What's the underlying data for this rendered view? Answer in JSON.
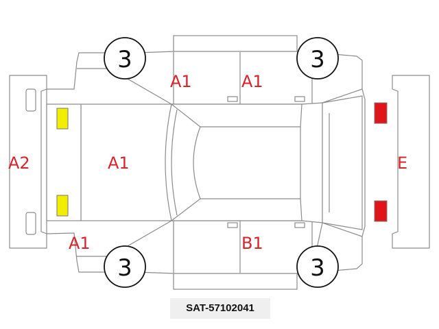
{
  "diagram": {
    "labels": {
      "front_left_door": "A1",
      "rear_left_door": "A1",
      "hood": "A1",
      "front_bumper": "A2",
      "front_left_fender": "A1",
      "rear_right_door": "B1",
      "rear_bumper": "E"
    },
    "tires": {
      "front_left": "3",
      "rear_left": "3",
      "front_right": "3",
      "rear_right": "3"
    },
    "lamp_colors": {
      "front": "#f2ee00",
      "rear": "#e0151c"
    },
    "damage_color": "#d8232a"
  },
  "caption": {
    "stock_number": "SAT-57102041"
  }
}
